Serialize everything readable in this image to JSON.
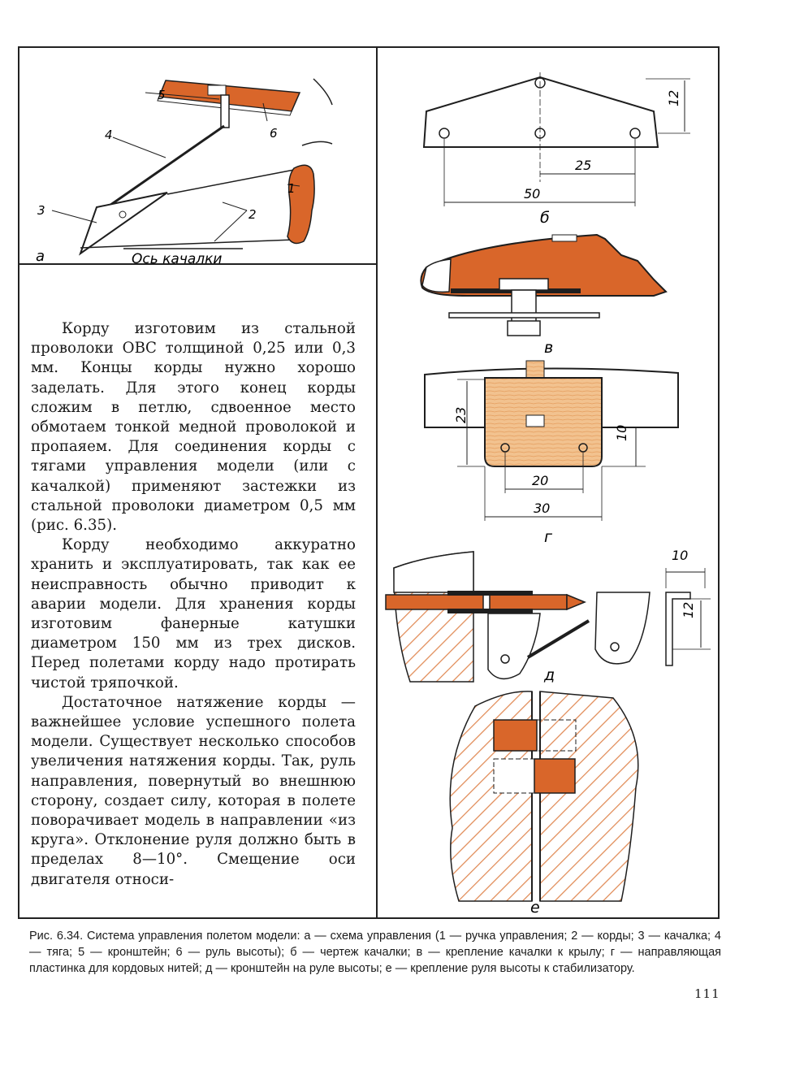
{
  "figure": {
    "panel_a": {
      "letter": "а",
      "axis_label": "Ось качалки",
      "callouts": [
        "1",
        "2",
        "3",
        "4",
        "5",
        "6"
      ]
    },
    "panel_b": {
      "letter": "б",
      "dim_height": "12",
      "dim_half": "25",
      "dim_full": "50"
    },
    "panel_v": {
      "letter": "в"
    },
    "panel_g": {
      "letter": "г",
      "dim_23": "23",
      "dim_10": "10",
      "dim_20": "20",
      "dim_30": "30"
    },
    "panel_d": {
      "letter": "д",
      "dim_10": "10",
      "dim_12": "12"
    },
    "panel_e": {
      "letter": "е"
    },
    "colors": {
      "orange": "#d9662a",
      "line": "#1e1e1e",
      "hatch": "#e08a55"
    }
  },
  "body": {
    "paragraphs": [
      "Корду изготовим из стальной проволоки ОВС толщиной 0,25 или 0,3 мм. Концы корды нужно хорошо заделать. Для этого конец корды сложим в петлю, сдвоенное место обмотаем тонкой медной проволокой и пропаяем. Для соединения корды с тягами управления модели (или с качалкой) применяют застежки из стальной проволоки диаметром 0,5 мм (рис. 6.35).",
      "Корду необходимо аккуратно хранить и эксплуатировать, так как ее неисправность обычно приводит к аварии модели. Для хранения корды изготовим фанерные катушки диаметром 150 мм из трех дисков. Перед полетами корду надо протирать чистой тряпочкой.",
      "Достаточное натяжение корды — важнейшее условие успешного полета модели. Существует несколько способов увеличения натяжения корды. Так, руль направления, повернутый во внешнюю сторону, создает силу, которая в полете поворачивает модель в направлении «из круга». Отклонение руля должно быть в пределах 8—10°. Смещение оси двигателя относи-"
    ]
  },
  "caption": "Рис. 6.34. Система управления полетом модели: а — схема управления (1 — ручка управления; 2 — корды; 3 — качалка; 4 — тяга; 5 — кронштейн; 6 — руль высоты); б — чертеж качалки; в — крепление качалки к крылу; г — направляющая пластинка для кордовых нитей; д — кронштейн на руле высоты; е — крепление руля высоты к стабилизатору.",
  "page_number": "111"
}
